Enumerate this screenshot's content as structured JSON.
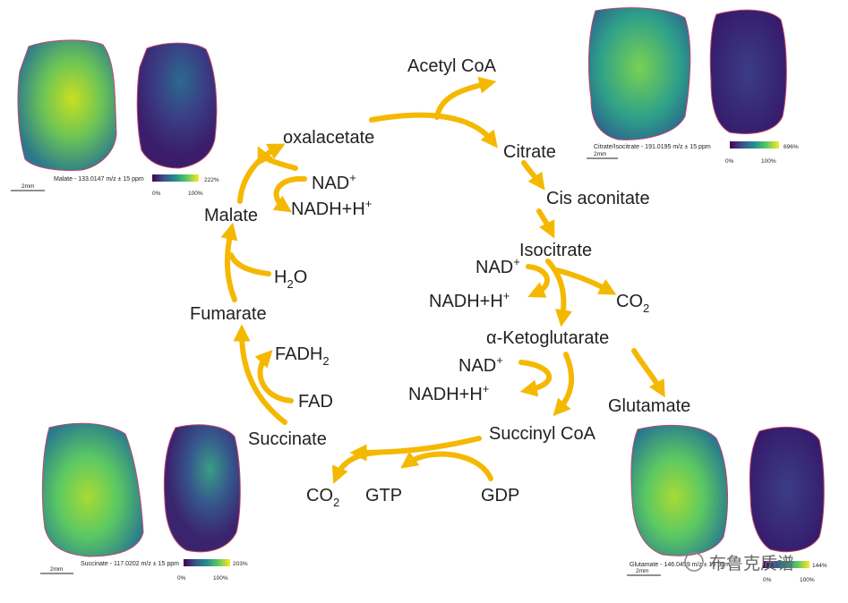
{
  "metabolites": {
    "acetyl_coa": "Acetyl CoA",
    "oxalacetate": "oxalacetate",
    "citrate": "Citrate",
    "cis_aconitate": "Cis aconitate",
    "isocitrate": "Isocitrate",
    "alpha_ketoglutarate": "α-Ketoglutarate",
    "glutamate": "Glutamate",
    "succinyl_coa": "Succinyl CoA",
    "succinate": "Succinate",
    "fumarate": "Fumarate",
    "malate": "Malate"
  },
  "cofactors": {
    "nad_malate": "NAD",
    "nadh_malate": "NADH+H",
    "h2o_h": "H",
    "h2o_2": "2",
    "h2o_o": "O",
    "nad_iso": "NAD",
    "nadh_iso": "NADH+H",
    "co2_iso": "CO",
    "co2_iso_sub": "2",
    "nad_akg": "NAD",
    "nadh_akg": "NADH+H",
    "fadh2": "FADH",
    "fadh2_sub": "2",
    "fad": "FAD",
    "co2_bottom": "CO",
    "co2_bottom_sub": "2",
    "gtp": "GTP",
    "gdp": "GDP",
    "plus": "+"
  },
  "images": {
    "malate": {
      "caption": "Malate - 133.0147 m/z ± 15 ppm",
      "max": "222%",
      "p0": "0%",
      "p100": "100%",
      "scale": "2mm"
    },
    "citrate": {
      "caption": "Citrate/Isocitrate - 191.0195 m/z ± 15 ppm",
      "max": "696%",
      "p0": "0%",
      "p100": "100%",
      "scale": "2mm"
    },
    "succinate": {
      "caption": "Succinate - 117.0202 m/z ± 15 ppm",
      "max": "203%",
      "p0": "0%",
      "p100": "100%",
      "scale": "2mm"
    },
    "glutamate": {
      "caption": "Glutamate - 146.0459 m/z ± 15 ppm",
      "max": "144%",
      "p0": "0%",
      "p100": "100%",
      "scale": "2mm"
    }
  },
  "watermark": "布鲁克质谱",
  "colors": {
    "arrow": "#F5B800",
    "viridis_low": "#3d1f6b",
    "viridis_mid": "#21908d",
    "viridis_high": "#d8e219",
    "tissue_outline": "#c0476e"
  }
}
